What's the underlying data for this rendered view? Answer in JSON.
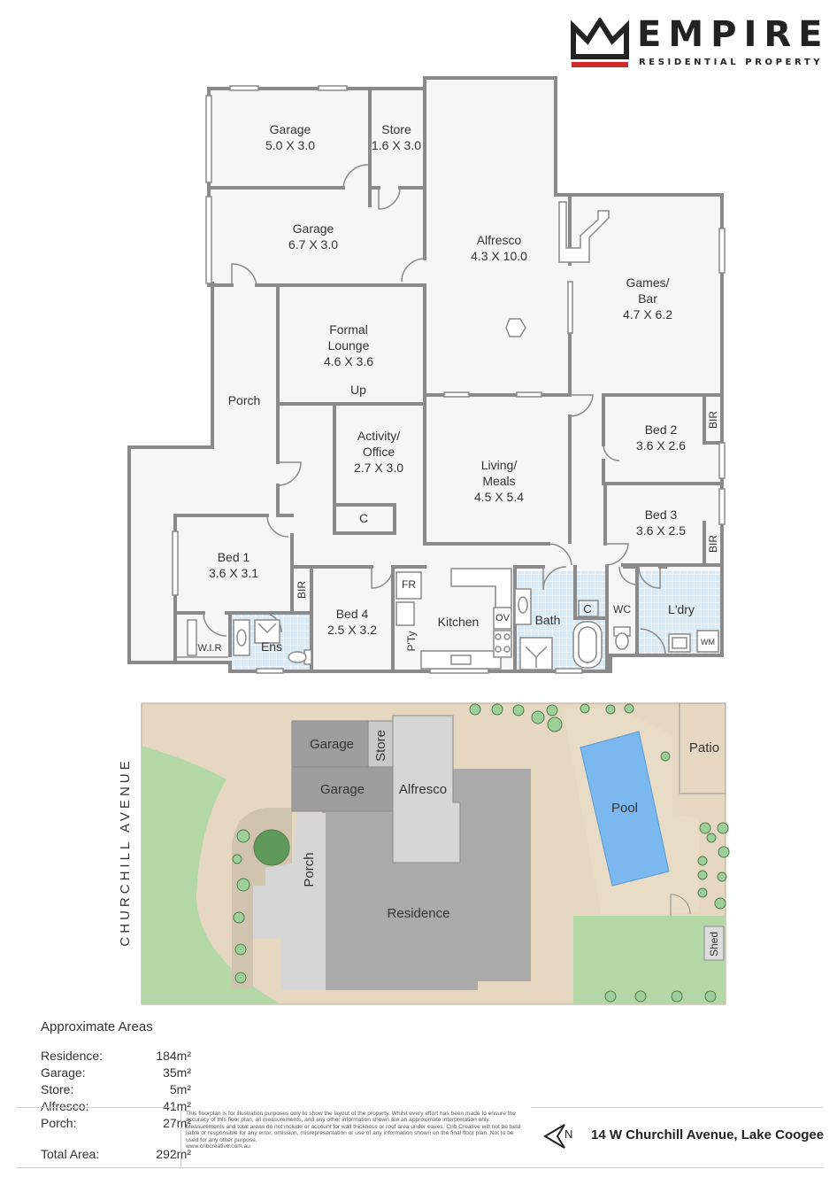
{
  "brand": {
    "name": "EMPIRE",
    "tagline": "RESIDENTIAL PROPERTY",
    "accent_color": "#d02a2a"
  },
  "floorplan": {
    "rooms": {
      "garage1": {
        "name": "Garage",
        "size": "5.0 X 3.0"
      },
      "store": {
        "name": "Store",
        "size": "1.6 X 3.0"
      },
      "garage2": {
        "name": "Garage",
        "size": "6.7 X 3.0"
      },
      "alfresco": {
        "name": "Alfresco",
        "size": "4.3 X 10.0"
      },
      "games": {
        "name1": "Games/",
        "name2": "Bar",
        "size": "4.7 X 6.2"
      },
      "lounge": {
        "name1": "Formal",
        "name2": "Lounge",
        "size": "4.6 X 3.6"
      },
      "porch": {
        "name": "Porch"
      },
      "up": "Up",
      "activity": {
        "name1": "Activity/",
        "name2": "Office",
        "size": "2.7 X 3.0"
      },
      "c1": "C",
      "living": {
        "name1": "Living/",
        "name2": "Meals",
        "size": "4.5 X 5.4"
      },
      "bed2": {
        "name": "Bed 2",
        "size": "3.6 X 2.6"
      },
      "bir": "BIR",
      "bed3": {
        "name": "Bed 3",
        "size": "3.6 X 2.5"
      },
      "bed1": {
        "name": "Bed 1",
        "size": "3.6 X 3.1"
      },
      "bed4": {
        "name": "Bed 4",
        "size": "2.5 X 3.2"
      },
      "fr": "FR",
      "kitchen": "Kitchen",
      "ov": "OV",
      "bath": "Bath",
      "c2": "C",
      "wc": "WC",
      "ldry": "L'dry",
      "wm": "WM",
      "pty": "P'Ty",
      "wir": "W.I.R",
      "ens": "Ens"
    }
  },
  "siteplan": {
    "street": "CHURCHILL AVENUE",
    "labels": {
      "garage1": "Garage",
      "store": "Store",
      "garage2": "Garage",
      "alfresco": "Alfresco",
      "porch": "Porch",
      "residence": "Residence",
      "pool": "Pool",
      "patio": "Patio",
      "shed": "Shed"
    }
  },
  "areas": {
    "title": "Approximate Areas",
    "rows": [
      {
        "label": "Residence:",
        "value": "184m²"
      },
      {
        "label": "Garage:",
        "value": "35m²"
      },
      {
        "label": "Store:",
        "value": "5m²"
      },
      {
        "label": "Alfresco:",
        "value": "41m²"
      },
      {
        "label": "Porch:",
        "value": "27m²"
      }
    ],
    "total": {
      "label": "Total Area:",
      "value": "292m²"
    }
  },
  "disclaimer": {
    "text": "This floorplan is for illustration purposes only to show the layout of the property. Whilst every effort has been made to ensure the accuracy of this floor plan, all measurements, and any other information shown are an approximate interpretation only. Measurements and total areas do not include or account for wall thickness or roof area under eaves. Crib Creative will not be held liable or responsible for any error, omission, misrepresentation or use of any information shown on the final floor plan. Not to be used for any other purpose.",
    "url": "www.cribcreative.com.au"
  },
  "address": {
    "north": "N",
    "text": "14 W Churchill Avenue, Lake Coogee"
  }
}
